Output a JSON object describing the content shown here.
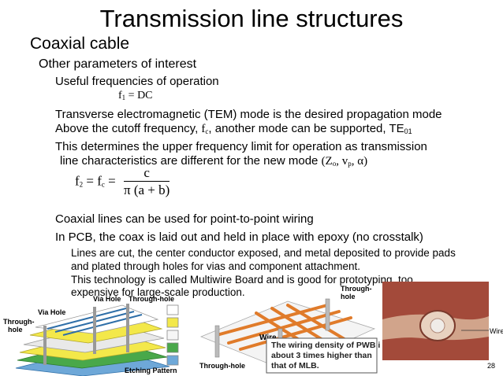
{
  "slide": {
    "title": "Transmission line structures",
    "heading": "Coaxial cable",
    "subheading": "Other parameters of interest",
    "page_number": "28"
  },
  "bullets": {
    "useful_freq": "Useful frequencies of operation",
    "f1_formula": {
      "f": "f",
      "sub": "1",
      "rest": " = DC"
    },
    "tem_mode": "Transverse electromagnetic (TEM) mode is the desired propagation mode",
    "cutoff": {
      "pre": "Above the cutoff frequency, ",
      "fc_f": "f",
      "fc_sub": "c",
      "mid": ", another mode can be supported, TE",
      "te_sub": "01"
    },
    "upper_limit": "This determines the upper frequency limit for operation as transmission",
    "characteristics": {
      "text": "line characteristics are different for the new mode ",
      "params_open": "(Z",
      "z_sub": "o",
      "comma1": ", v",
      "v_sub": "p",
      "tail": ", α)"
    },
    "f2_equation": {
      "lhs_f": "f",
      "lhs_sub": "2",
      "eq1": " = f",
      "fc_sub": "c",
      "eq2": " = ",
      "numerator": "c",
      "denominator": "π (a + b)"
    },
    "point_to_point": "Coaxial lines can be used for point-to-point wiring",
    "pcb": "In PCB, the coax is laid out and held in place with epoxy (no crosstalk)",
    "lines_cut_1": "Lines are cut, the center conductor exposed, and metal deposited to provide pads",
    "lines_cut_2": "and plated through holes for vias and component attachment.",
    "multiwire_1": "This technology is called Multiwire Board and is good for prototyping, too",
    "multiwire_2": "expensive for large-scale production."
  },
  "figure_left": {
    "labels": {
      "via_hole_top": "Via Hole",
      "through_hole_top": "Through-hole",
      "through_hole_left_1": "Through-",
      "through_hole_left_2": "hole",
      "via_hole_left": "Via Hole",
      "etching_pattern": "Etching Pattern"
    },
    "legend_colors": [
      "#ffffff",
      "#f3e84a",
      "#f6f6f6",
      "#49a84a",
      "#6ea8d8"
    ]
  },
  "figure_middle": {
    "labels": {
      "through_hole_top_1": "Through-",
      "through_hole_top_2": "hole",
      "wire": "Wire",
      "through_hole_bottom": "Through-hole",
      "callout_1": "The wiring density of PWB is",
      "callout_2": "about 3 times higher than",
      "callout_3": "that of MLB."
    },
    "wire_color": "#e07b2a"
  },
  "figure_right": {
    "labels": {
      "wire": "Wire"
    },
    "board_color": "#a34a3a"
  }
}
